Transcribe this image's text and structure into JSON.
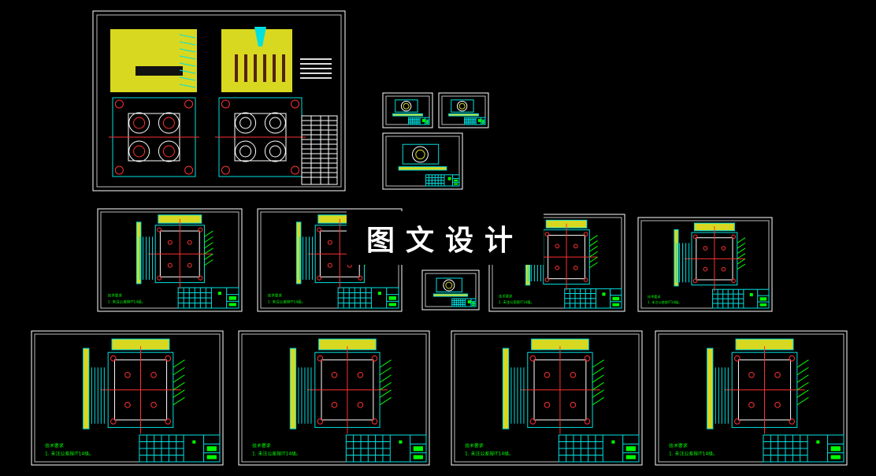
{
  "watermark": {
    "text": "图文设计"
  },
  "drawing": {
    "note_title": "技术要求",
    "note_text": "1. 未注公差按IT14级。"
  },
  "colors": {
    "background": "#000000",
    "frame": "#ffffff",
    "plate": "#d8d820",
    "outline": "#00e0e0",
    "hole": "#ff3030",
    "text": "#00ff00",
    "accent": "#ff00ff"
  }
}
